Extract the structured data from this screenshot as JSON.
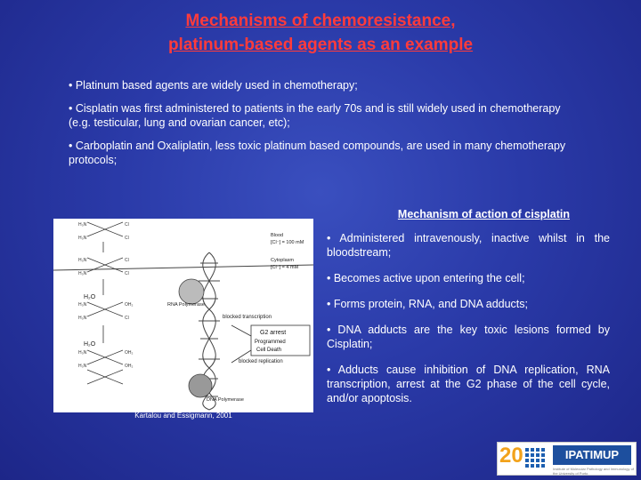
{
  "slide": {
    "title_line1": "Mechanisms of chemoresistance,",
    "title_line2": "platinum-based agents as an example",
    "bullets": [
      "• Platinum based agents are widely used in chemotherapy;",
      "• Cisplatin was first administered to patients in the early 70s and is still widely used in chemotherapy (e.g. testicular, lung and ovarian cancer, etc);",
      "• Carboplatin and Oxaliplatin, less toxic platinum based compounds, are  used in many chemotherapy protocols;"
    ],
    "mechanism_title": "Mechanism of action of cisplatin",
    "mechanism_points": [
      "• Administered intravenously, inactive whilst in the bloodstream;",
      "• Becomes active upon entering the cell;",
      "• Forms protein, RNA, and DNA adducts;",
      "• DNA adducts are the key toxic lesions formed by Cisplatin;",
      "• Adducts cause inhibition of DNA replication, RNA transcription, arrest at the G2 phase of the cell cycle, and/or apoptosis."
    ]
  },
  "figure": {
    "blood_label": "Blood",
    "blood_conc": "[Cl⁻] = 100 mM",
    "cytoplasm_label": "Cytoplasm",
    "cytoplasm_conc": "[Cl⁻] = 4 mM",
    "rna_pol": "RNA Polymerase",
    "blocked_transcription": "blocked transcription",
    "g2_arrest": "G2 arrest",
    "programmed": "Programmed",
    "cell_death": "Cell Death",
    "blocked_replication": "blocked replication",
    "dna_pol": "DNA Polymerase",
    "h2o_1": "H₂O",
    "h2o_2": "H₂O",
    "credit": "Kartalou and Essigmann, 2001"
  },
  "logo": {
    "number": "20",
    "brand": "IPATIMUP",
    "tagline": "Institute of Molecular Pathology and Immunology of the University of Porto"
  },
  "colors": {
    "title": "#ff3b3b",
    "background": "#2a3aa8"
  }
}
